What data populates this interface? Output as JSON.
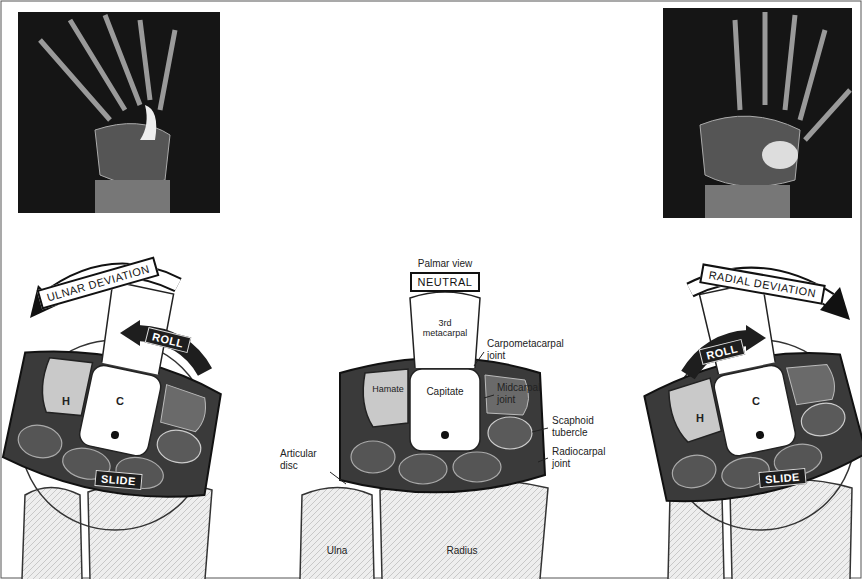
{
  "diagram": {
    "nodes": [
      {
        "text": [
          "ULNAR DEVIATION"
        ]
      },
      {
        "text": [
          "ROLL"
        ]
      },
      {
        "text": [
          "SLIDE"
        ]
      },
      {
        "text": [
          "NEUTRAL"
        ]
      },
      {
        "text": [
          "RADIAL DEVIATION"
        ]
      },
      {
        "text": [
          "ROLL"
        ]
      },
      {
        "text": [
          "SLIDE"
        ]
      }
    ],
    "labels": [
      "C",
      "H",
      "Palmar view",
      "3rd metacarpal",
      "Carpometacarpal joint",
      "Hamate",
      "Capitate",
      "Midcarpal joint",
      "Scaphoid tubercle",
      "Radiocarpal joint",
      "Articular disc",
      "Ulna",
      "Radius",
      "H",
      "C"
    ]
  }
}
